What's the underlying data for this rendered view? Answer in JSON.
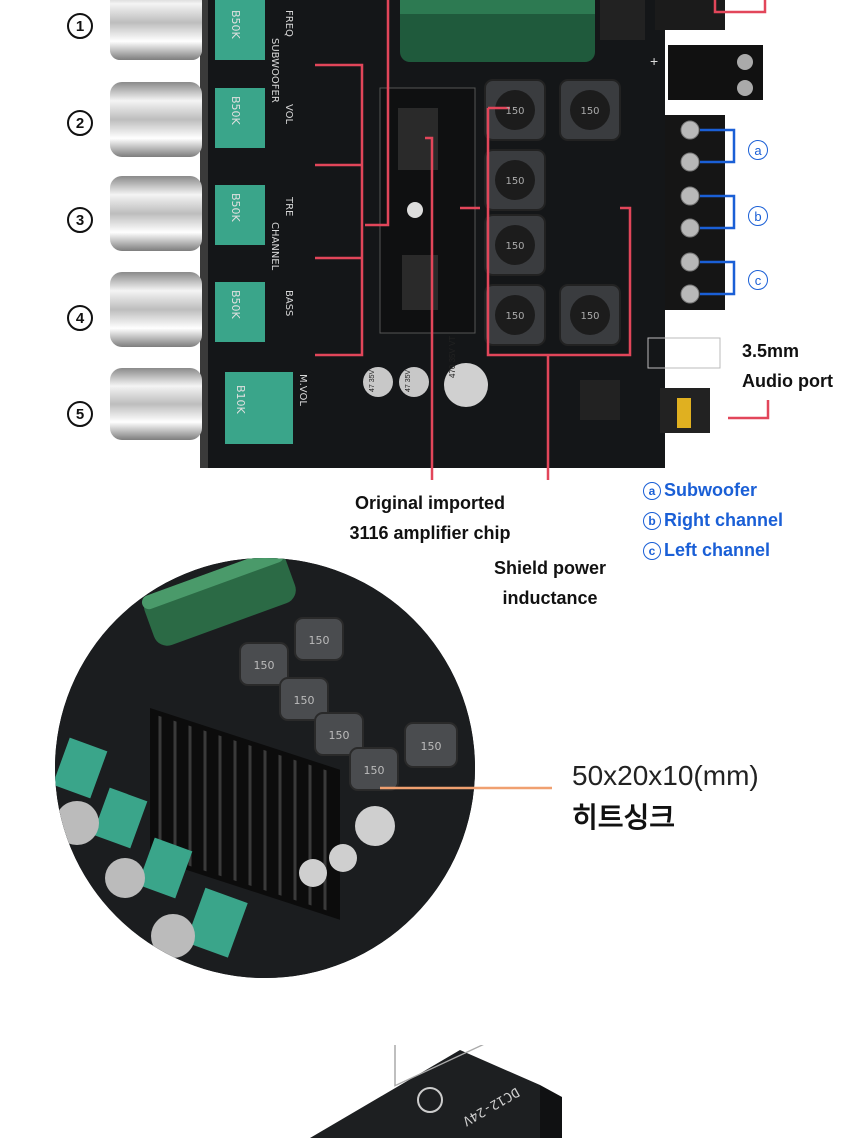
{
  "board": {
    "knobs": [
      {
        "number": "1",
        "pot": "B50K"
      },
      {
        "number": "2",
        "pot": "B50K"
      },
      {
        "number": "3",
        "pot": "B50K"
      },
      {
        "number": "4",
        "pot": "B50K"
      },
      {
        "number": "5",
        "pot": "B10K"
      }
    ],
    "silk_labels": {
      "freq": "FREQ",
      "subwoofer": "SUBWOOFER",
      "vol": "VOL",
      "tre": "TRE",
      "channel": "CHANNEL",
      "bass": "BASS",
      "mvol": "M.VOL"
    },
    "inductor_text": "150",
    "capacitor_text": "470 35V VT",
    "small_cap_text": "47 35V",
    "terminal_letters": [
      "a",
      "b",
      "c"
    ],
    "audio_port_label": "3.5mm\nAudio port",
    "chip_label_line1": "Original imported",
    "chip_label_line2": "3116 amplifier chip",
    "inductance_line1": "Shield power",
    "inductance_line2": "inductance",
    "legend": [
      {
        "letter": "a",
        "text": "Subwoofer"
      },
      {
        "letter": "b",
        "text": "Right channel"
      },
      {
        "letter": "c",
        "text": "Left channel"
      }
    ]
  },
  "heatsink": {
    "size": "50x20x10(mm)",
    "label": "히트싱크"
  },
  "device": {
    "voltage": "DC12-24V"
  },
  "colors": {
    "pcb": "#16181a",
    "pot_green": "#3aa58a",
    "callout_red": "#e2465a",
    "callout_blue": "#1a5fd6",
    "callout_orange": "#f0a070",
    "inductor": "#3a3c3f"
  }
}
